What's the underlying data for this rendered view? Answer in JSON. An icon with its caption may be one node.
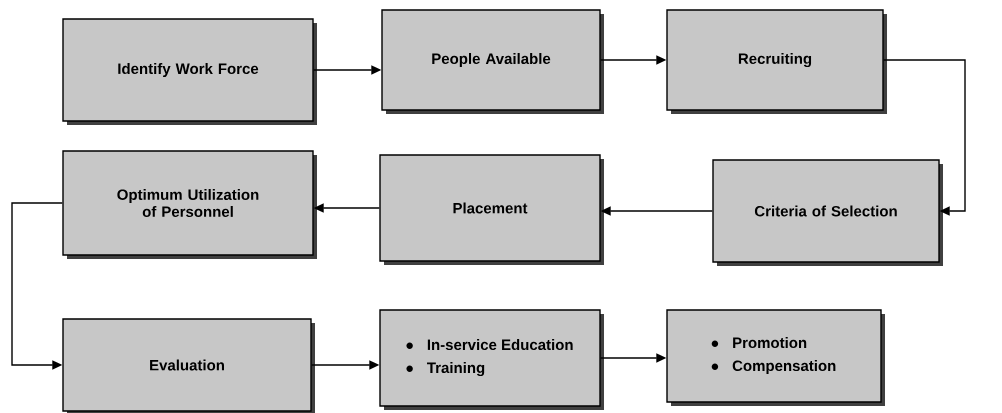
{
  "diagram": {
    "nodes": [
      {
        "text": [
          "Identify Work Force"
        ]
      },
      {
        "text": [
          "People Available"
        ]
      },
      {
        "text": [
          "Recruiting"
        ]
      },
      {
        "text": [
          "Optimum Utilization of Personnel"
        ]
      },
      {
        "text": [
          "Placement"
        ]
      },
      {
        "text": [
          "Criteria of Selection"
        ]
      },
      {
        "text": [
          "Evaluation"
        ]
      },
      {
        "text": [
          "In-service Education",
          "Training"
        ]
      },
      {
        "text": [
          "Promotion",
          "Compensation"
        ]
      }
    ],
    "edges": [
      {
        "from": 0,
        "to": 1,
        "arrow": "to"
      },
      {
        "from": 1,
        "to": 2,
        "arrow": "to"
      },
      {
        "from": 2,
        "to": 5,
        "arrow": "to"
      },
      {
        "from": 5,
        "to": 4,
        "arrow": "to"
      },
      {
        "from": 4,
        "to": 3,
        "arrow": "to"
      },
      {
        "from": 3,
        "to": 6,
        "arrow": "to"
      },
      {
        "from": 6,
        "to": 7,
        "arrow": "to"
      },
      {
        "from": 7,
        "to": 8,
        "arrow": "to"
      }
    ]
  }
}
